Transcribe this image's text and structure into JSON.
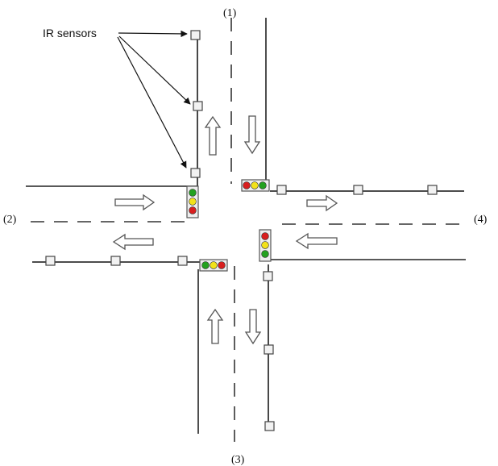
{
  "labels": {
    "sensor_callout": "IR sensors",
    "road_1": "(1)",
    "road_2": "(2)",
    "road_3": "(3)",
    "road_4": "(4)"
  },
  "colors": {
    "red": "#d81e1e",
    "yellow": "#f2e21a",
    "green": "#23a11f",
    "line": "#222222"
  },
  "traffic_lights": [
    {
      "id": "road-2-light",
      "orientation": "vertical",
      "order": [
        "green",
        "yellow",
        "red"
      ]
    },
    {
      "id": "road-1-light",
      "orientation": "horizontal",
      "order": [
        "red",
        "yellow",
        "green"
      ]
    },
    {
      "id": "road-4-light",
      "orientation": "vertical",
      "order": [
        "red",
        "yellow",
        "green"
      ]
    },
    {
      "id": "road-3-light",
      "orientation": "horizontal",
      "order": [
        "green",
        "yellow",
        "red"
      ]
    }
  ]
}
